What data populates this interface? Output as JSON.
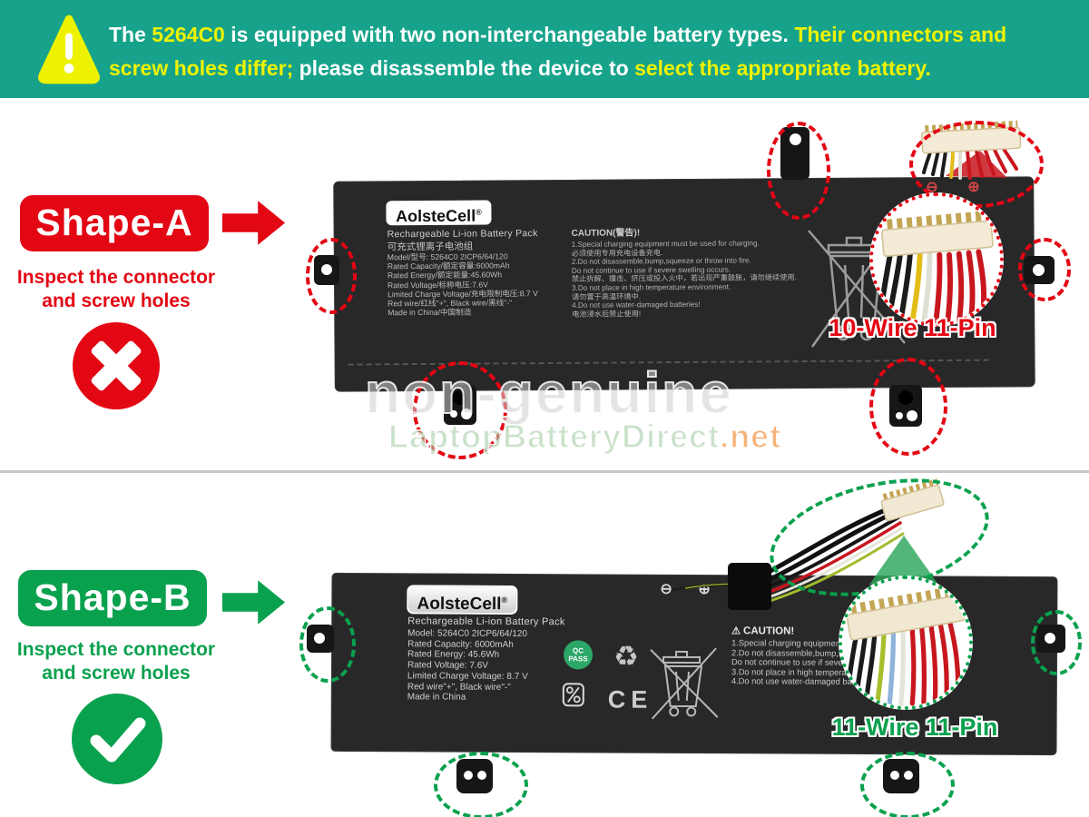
{
  "banner": {
    "line1_segments": [
      {
        "t": "The ",
        "c": "w"
      },
      {
        "t": "5264C0",
        "c": "y"
      },
      {
        "t": " is equipped with two non-interchangeable battery types. ",
        "c": "w"
      },
      {
        "t": "Their connectors and",
        "c": "y"
      }
    ],
    "line2_segments": [
      {
        "t": "screw holes differ; ",
        "c": "y"
      },
      {
        "t": "please disassemble the device to ",
        "c": "w"
      },
      {
        "t": "select the appropriate battery.",
        "c": "y"
      }
    ]
  },
  "shape_a": {
    "label": "Shape-A",
    "note_line1": "Inspect the connector",
    "note_line2": "and screw holes"
  },
  "shape_b": {
    "label": "Shape-B",
    "note_line1": "Inspect the connector",
    "note_line2": "and screw holes"
  },
  "battery_a": {
    "brand": "AolsteCell",
    "reg_mark": "®",
    "subtitle_en": "Rechargeable Li-ion Battery Pack",
    "subtitle_cn": "可充式锂离子电池组",
    "specs": [
      "Model/型号: 5264C0  2ICP6/64/120",
      "Rated Capacity/额定容量:6000mAh",
      "Rated Energy/额定能量:45.60Wh",
      "Rated Voltage/标称电压:7.6V",
      "Limited Charge Voltage/充电限制电压:8.7 V",
      "Red wire/红线\"+\", Black wire/黑线\"-\"",
      "Made in China/中国制造"
    ],
    "caution_title": "CAUTION(警告)!",
    "caution_lines": [
      "1.Special charging equipment must be used for charging.",
      "必须使用专用充电设备充电.",
      "2.Do not disassemble,bump,squeeze or throw into fire.",
      "Do not continue to use if severe swelling occurs.",
      "禁止拆解、撞击、挤压或投入火中，若出现严重鼓胀，请勿继续使用.",
      "3.Do not place in  high temperature environment.",
      "请勿置于高温环境中.",
      "4.Do not use water-damaged batteries!",
      "电池浸水后禁止使用!"
    ],
    "connector_label": "10-Wire 11-Pin",
    "wire_colors": [
      "#1b1b1b",
      "#1b1b1b",
      "#1b1b1b",
      "#e3bd16",
      "#dfdfd3",
      "#c8161e",
      "#c8161e",
      "#c8161e",
      "#c8161e",
      "#c8161e"
    ]
  },
  "battery_b": {
    "brand": "AolsteCell",
    "reg_mark": "®",
    "subtitle_en": "Rechargeable Li-ion  Battery Pack",
    "specs": [
      "Model: 5264C0  2ICP6/64/120",
      "Rated Capacity: 6000mAh",
      "Rated Energy: 45.6Wh",
      "Rated Voltage: 7.6V",
      "Limited Charge Voltage: 8.7 V",
      "Red wire\"+\", Black wire\"-\"",
      "Made in China"
    ],
    "qc_line1": "QC",
    "qc_line2": "PASS",
    "ce_mark": "CE",
    "caution_title": "CAUTION!",
    "caution_lines": [
      "1.Special charging equipment must be used for charging.",
      "2.Do not disassemble,bump,squeeze or throw into fire.",
      "Do not continue to use if severe swelling occurs.",
      "3.Do not place in  high temperature environment.",
      "4.Do not use water-damaged batteries!"
    ],
    "connector_label": "11-Wire 11-Pin",
    "wire_colors": [
      "#1b1b1b",
      "#1b1b1b",
      "#1b1b1b",
      "#a6bf2b",
      "#8fb3d9",
      "#e4e4da",
      "#c8161e",
      "#c8161e",
      "#c8161e",
      "#c8161e",
      "#c8161e"
    ],
    "harness_wire_colors": [
      "#111111",
      "#111111",
      "#161616",
      "#c8161e",
      "#e6e6dc",
      "#a0bc2e"
    ]
  },
  "icons": {
    "minus_terminal": "⊖",
    "plus_terminal": "⊕",
    "warning": "⚠",
    "recycle": "♻"
  },
  "watermark": {
    "line1": "non-genuine",
    "line2_main": "LaptopBatteryDirect",
    "line2_tld": ".net"
  },
  "colors": {
    "accent_red": "#e30613",
    "accent_green": "#0aa14e",
    "banner_bg": "#17a38b",
    "banner_yellow": "#eef200"
  }
}
